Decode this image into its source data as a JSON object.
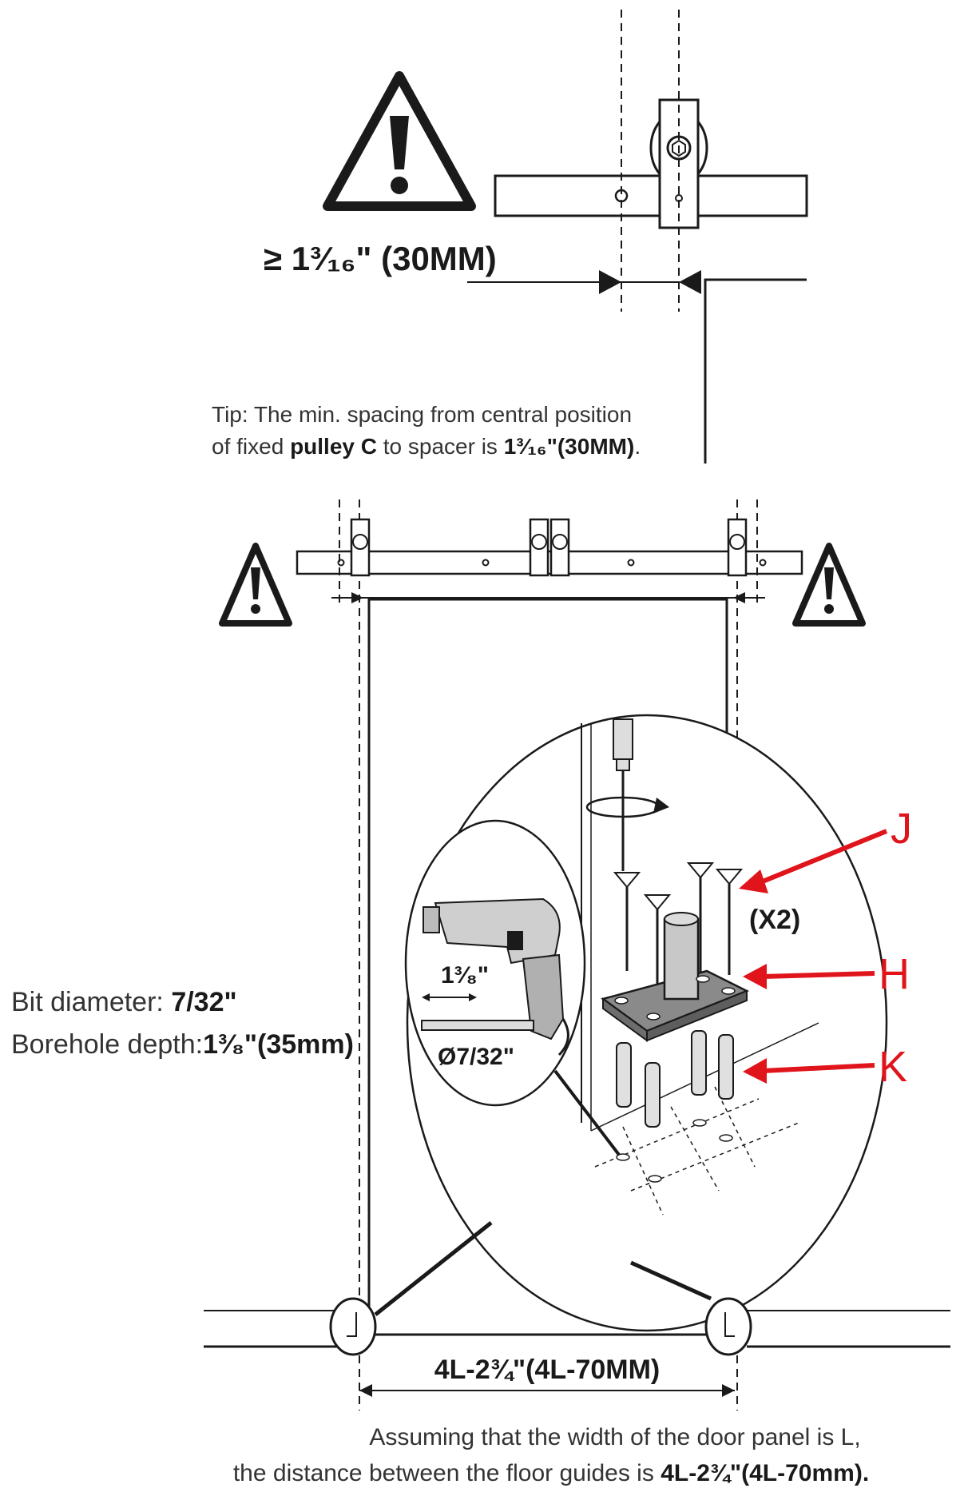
{
  "top": {
    "min_spacing": "≥ 1³⁄₁₆\" (30MM)",
    "tip_line1": "Tip: The min. spacing from central position",
    "tip_line2_pre": "of fixed ",
    "tip_line2_bold": "pulley C",
    "tip_line2_mid": " to spacer is ",
    "tip_line2_value": "1³⁄₁₆\"(30MM)",
    "tip_line2_end": "."
  },
  "drill": {
    "bit_diameter_label": "Bit diameter: ",
    "bit_diameter_value": "7/32\"",
    "borehole_depth_label": "Borehole depth:",
    "borehole_depth_value": "1³⁄₈\"(35mm)",
    "inset_depth": "1³⁄₈\"",
    "inset_diameter": "Ø7/32\""
  },
  "parts": {
    "J": "J",
    "H": "H",
    "K": "K",
    "qty": "(X2)"
  },
  "floor": {
    "guide_distance": "4L-2¾\"(4L-70MM)",
    "note_line1": "Assuming that the width of the door panel is L,",
    "note_line2_pre": "the distance between the floor guides is ",
    "note_line2_value": "4L-2¾\"(4L-70mm)."
  },
  "colors": {
    "line": "#1a1a1a",
    "arrow_red": "#e0141b",
    "plate": "#8a8a8a",
    "drill_body": "#cfcfcf"
  }
}
